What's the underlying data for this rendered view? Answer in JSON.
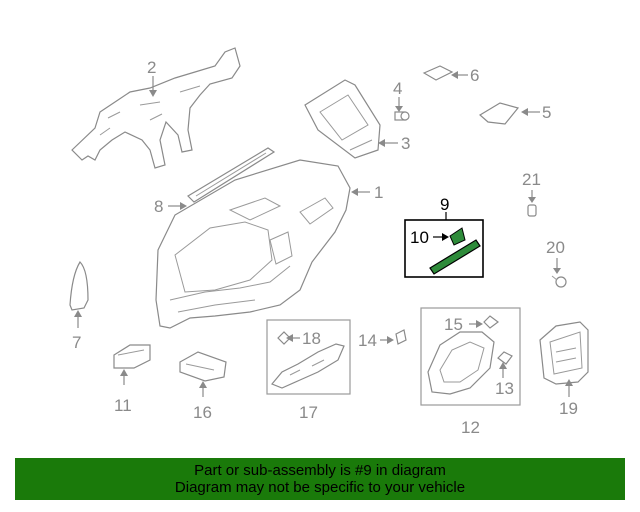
{
  "diagram": {
    "labels": [
      {
        "id": "1",
        "text": "1"
      },
      {
        "id": "2",
        "text": "2"
      },
      {
        "id": "3",
        "text": "3"
      },
      {
        "id": "4",
        "text": "4"
      },
      {
        "id": "5",
        "text": "5"
      },
      {
        "id": "6",
        "text": "6"
      },
      {
        "id": "7",
        "text": "7"
      },
      {
        "id": "8",
        "text": "8"
      },
      {
        "id": "9",
        "text": "9"
      },
      {
        "id": "10",
        "text": "10"
      },
      {
        "id": "11",
        "text": "11"
      },
      {
        "id": "12",
        "text": "12"
      },
      {
        "id": "13",
        "text": "13"
      },
      {
        "id": "14",
        "text": "14"
      },
      {
        "id": "15",
        "text": "15"
      },
      {
        "id": "16",
        "text": "16"
      },
      {
        "id": "17",
        "text": "17"
      },
      {
        "id": "18",
        "text": "18"
      },
      {
        "id": "19",
        "text": "19"
      },
      {
        "id": "20",
        "text": "20"
      },
      {
        "id": "21",
        "text": "21"
      }
    ],
    "highlighted_part": "9",
    "highlight_color": "#2e8b3a",
    "line_color": "#8a8a8a"
  },
  "footer": {
    "line1": "Part or sub-assembly is #9 in diagram",
    "line2": "Diagram may not be specific to your vehicle",
    "background": "#1a7a0a"
  }
}
